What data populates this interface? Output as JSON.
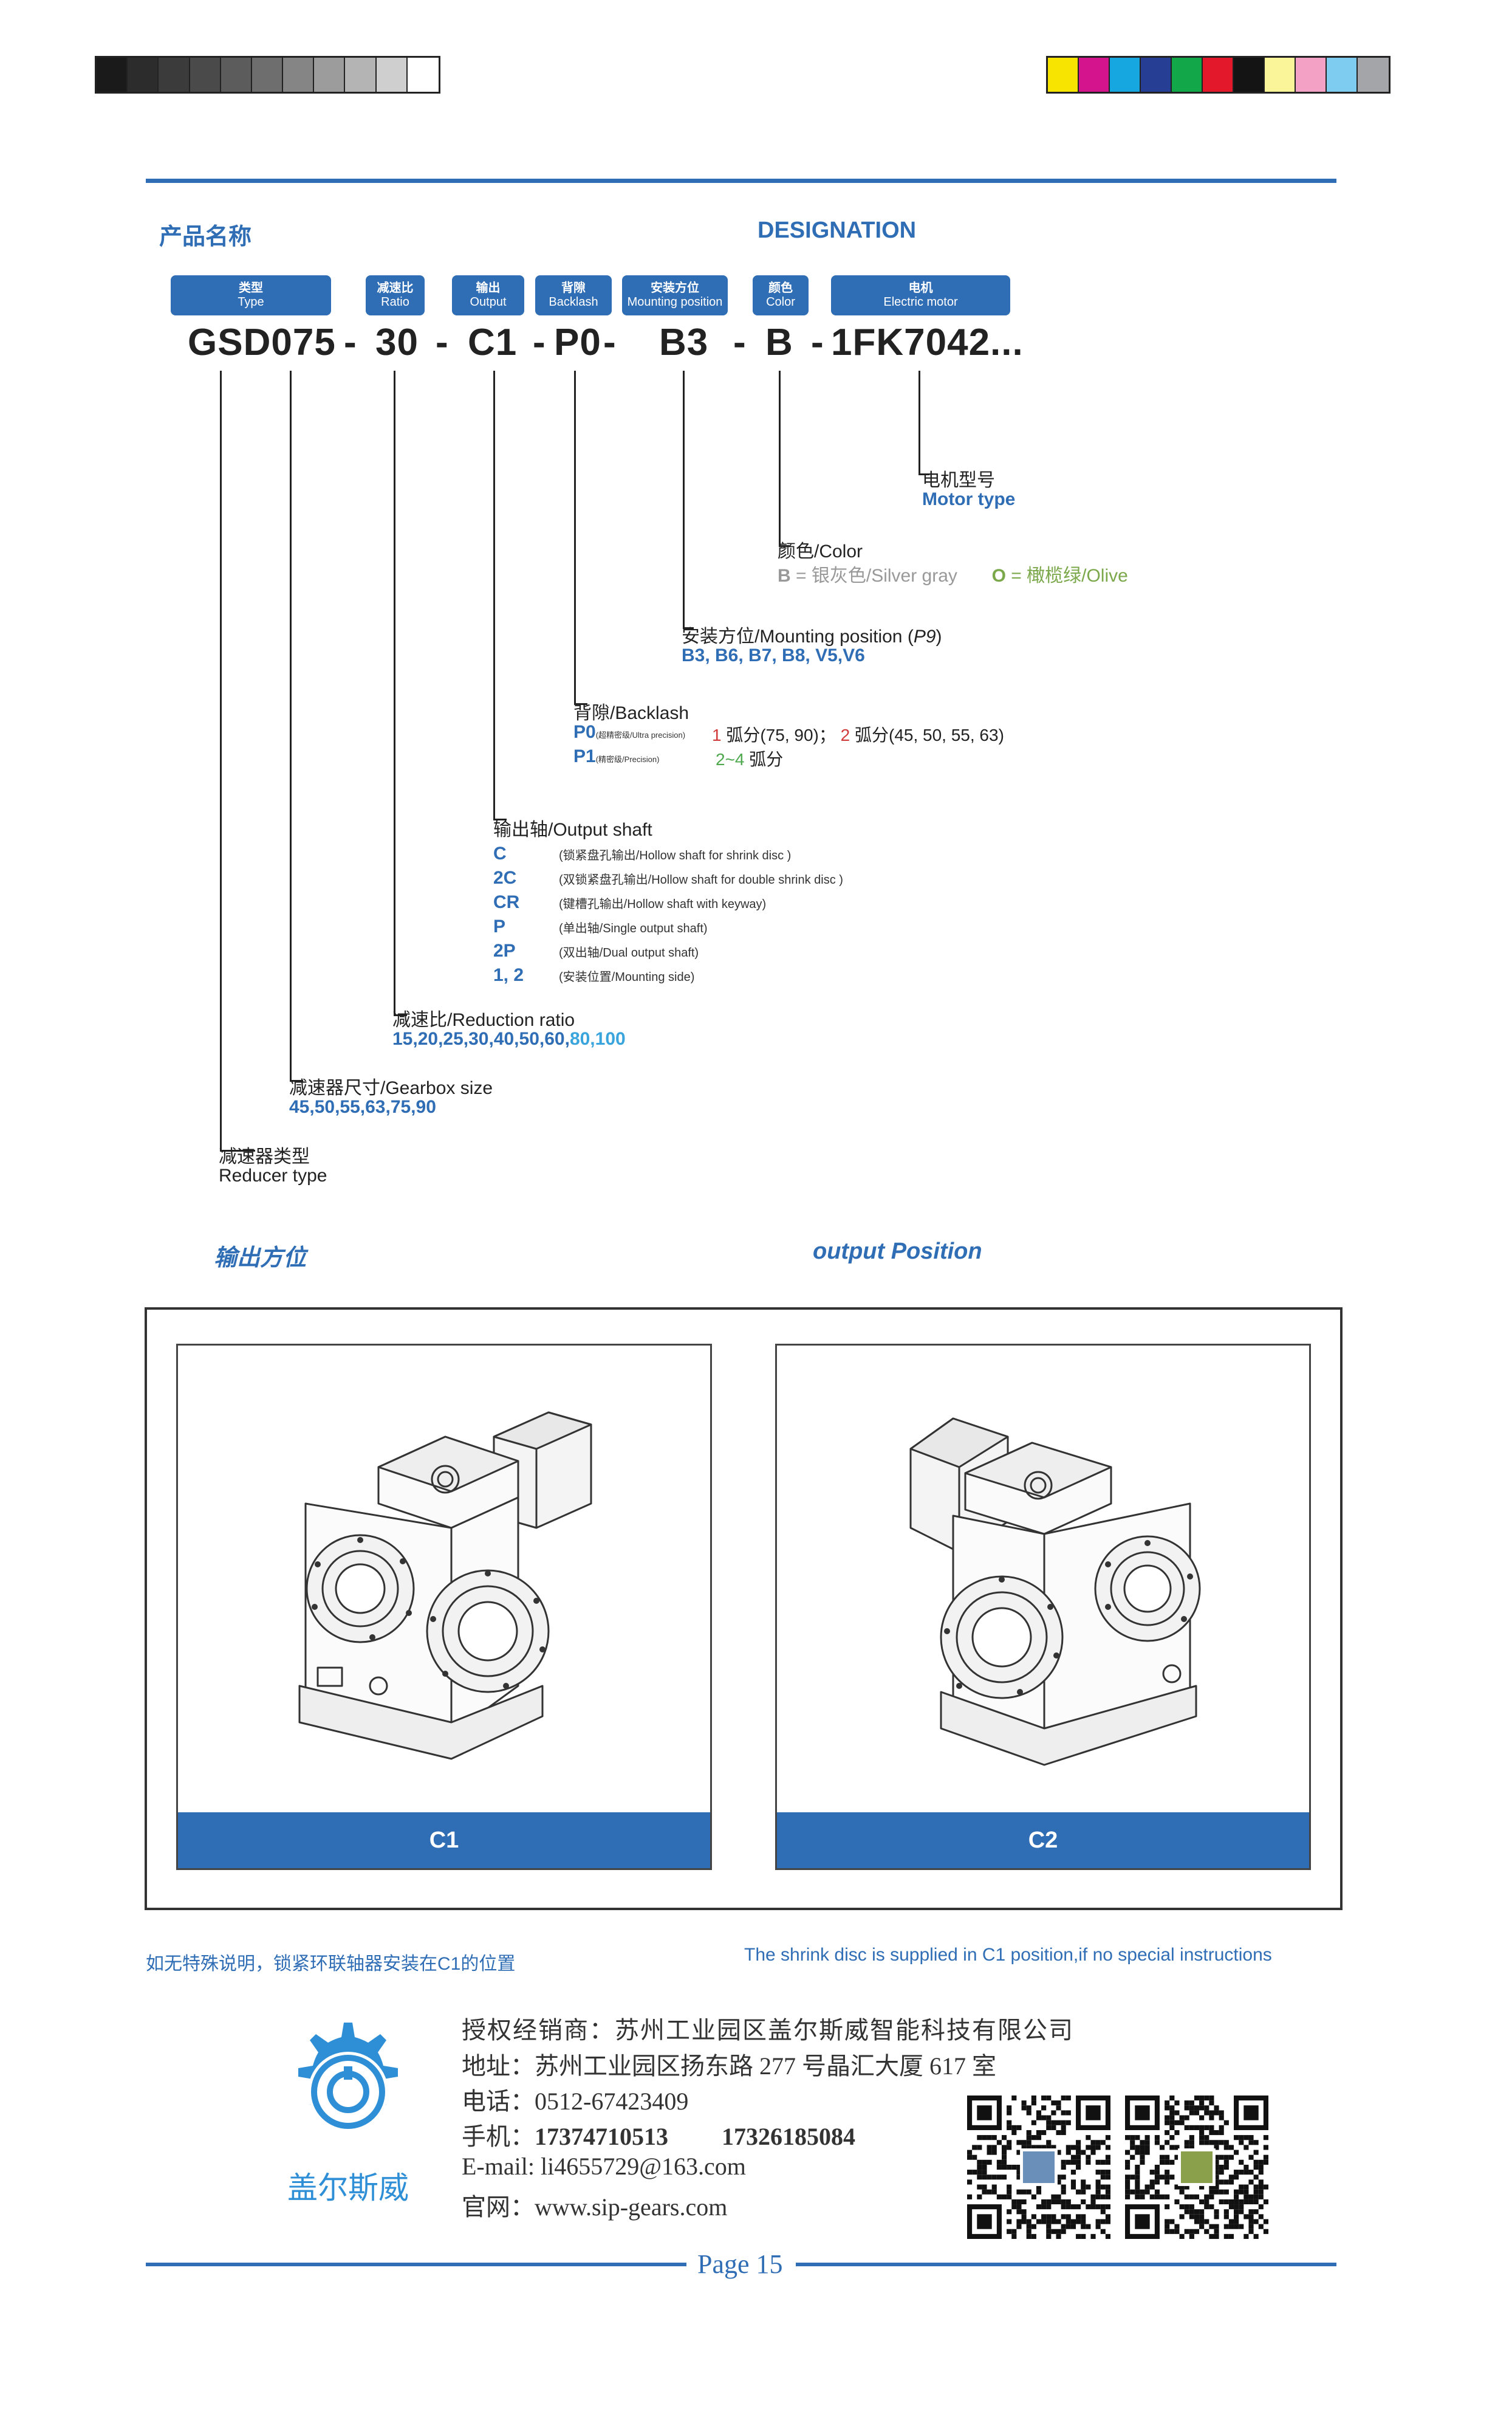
{
  "colors": {
    "accent": "#2f6db5",
    "light_accent": "#3aa4dd",
    "red": "#d13a3a",
    "green": "#4ea84e",
    "gray": "#999999",
    "olive": "#7aa84a"
  },
  "calibration": {
    "grays": [
      "#1a1a1a",
      "#2c2c2c",
      "#3b3b3b",
      "#4a4a4a",
      "#5c5c5c",
      "#6e6e6e",
      "#858585",
      "#9c9c9c",
      "#b4b4b4",
      "#cfcfcf",
      "#ffffff"
    ],
    "colors": [
      "#f7e400",
      "#d4148c",
      "#16a6e0",
      "#263f94",
      "#12a84a",
      "#e3182a",
      "#141414",
      "#fbf59a",
      "#f3a2c6",
      "#7ecdf0",
      "#a3a5a8"
    ]
  },
  "header": {
    "title_zh": "产品名称",
    "title_en": "DESIGNATION"
  },
  "tags": [
    {
      "zh": "类型",
      "en": "Type"
    },
    {
      "zh": "减速比",
      "en": "Ratio"
    },
    {
      "zh": "输出",
      "en": "Output"
    },
    {
      "zh": "背隙",
      "en": "Backlash"
    },
    {
      "zh": "安装方位",
      "en": "Mounting position"
    },
    {
      "zh": "颜色",
      "en": "Color"
    },
    {
      "zh": "电机",
      "en": "Electric motor"
    }
  ],
  "code": {
    "type": "GSD075",
    "ratio": "30",
    "output": "C1",
    "backlash": "P0",
    "mount": "B3",
    "color": "B",
    "motor": "1FK7042...",
    "sep": "-"
  },
  "motor": {
    "label_zh": "电机型号",
    "label_en": "Motor type"
  },
  "color": {
    "label": "颜色/Color",
    "b_key": "B",
    "b_text": " = 银灰色/Silver gray",
    "o_key": "O",
    "o_text": " = 橄榄绿/Olive"
  },
  "mounting": {
    "label": "安装方位/Mounting position (",
    "label_p": "P9",
    "label_end": ")",
    "values": "B3, B6, B7, B8, V5,V6"
  },
  "backlash": {
    "label": "背隙/Backlash",
    "p0_key": "P0",
    "p0_note": "(超精密级/Ultra precision)",
    "p0_val1": "1",
    "p0_val1_text": " 弧分(75, 90)；",
    "p0_val2": "2",
    "p0_val2_text": " 弧分(45, 50, 55, 63)",
    "p1_key": "P1",
    "p1_note": "(精密级/Precision)",
    "p1_val": "2~4",
    "p1_val_text": " 弧分"
  },
  "output_shaft": {
    "label": "输出轴/Output shaft",
    "options": [
      {
        "key": "C",
        "desc": "(锁紧盘孔输出/Hollow shaft for shrink disc )"
      },
      {
        "key": "2C",
        "desc": "(双锁紧盘孔输出/Hollow shaft for double shrink disc )"
      },
      {
        "key": "CR",
        "desc": "(键槽孔输出/Hollow shaft with keyway)"
      },
      {
        "key": "P",
        "desc": "(单出轴/Single output shaft)"
      },
      {
        "key": "2P",
        "desc": "(双出轴/Dual output shaft)"
      },
      {
        "key": "1, 2",
        "desc": "(安装位置/Mounting side)"
      }
    ]
  },
  "ratio": {
    "label": "减速比/Reduction ratio",
    "values": "15,20,25,30,40,50,60,",
    "values_extra": "80,100"
  },
  "size": {
    "label": "减速器尺寸/Gearbox size",
    "values": "45,50,55,63,75,90"
  },
  "type": {
    "label_zh": "减速器类型",
    "label_en": "Reducer type"
  },
  "output_position": {
    "title_zh": "输出方位",
    "title_en": "output Position",
    "c1": "C1",
    "c2": "C2"
  },
  "note": {
    "zh": "如无特殊说明，锁紧环联轴器安装在C1的位置",
    "en": "The shrink disc  is supplied in C1 position,if no special instructions"
  },
  "company": {
    "logo_text": "盖尔斯威",
    "dealer": "授权经销商：苏州工业园区盖尔斯威智能科技有限公司",
    "address": "地址：苏州工业园区扬东路 277 号晶汇大厦 617 室",
    "phone": "电话：0512-67423409",
    "mobile_label": "手机：",
    "mobile1": "17374710513",
    "mobile2": "17326185084",
    "email": "E-mail: li4655729@163.com",
    "web": "官网：www.sip-gears.com"
  },
  "page": "Page  15"
}
